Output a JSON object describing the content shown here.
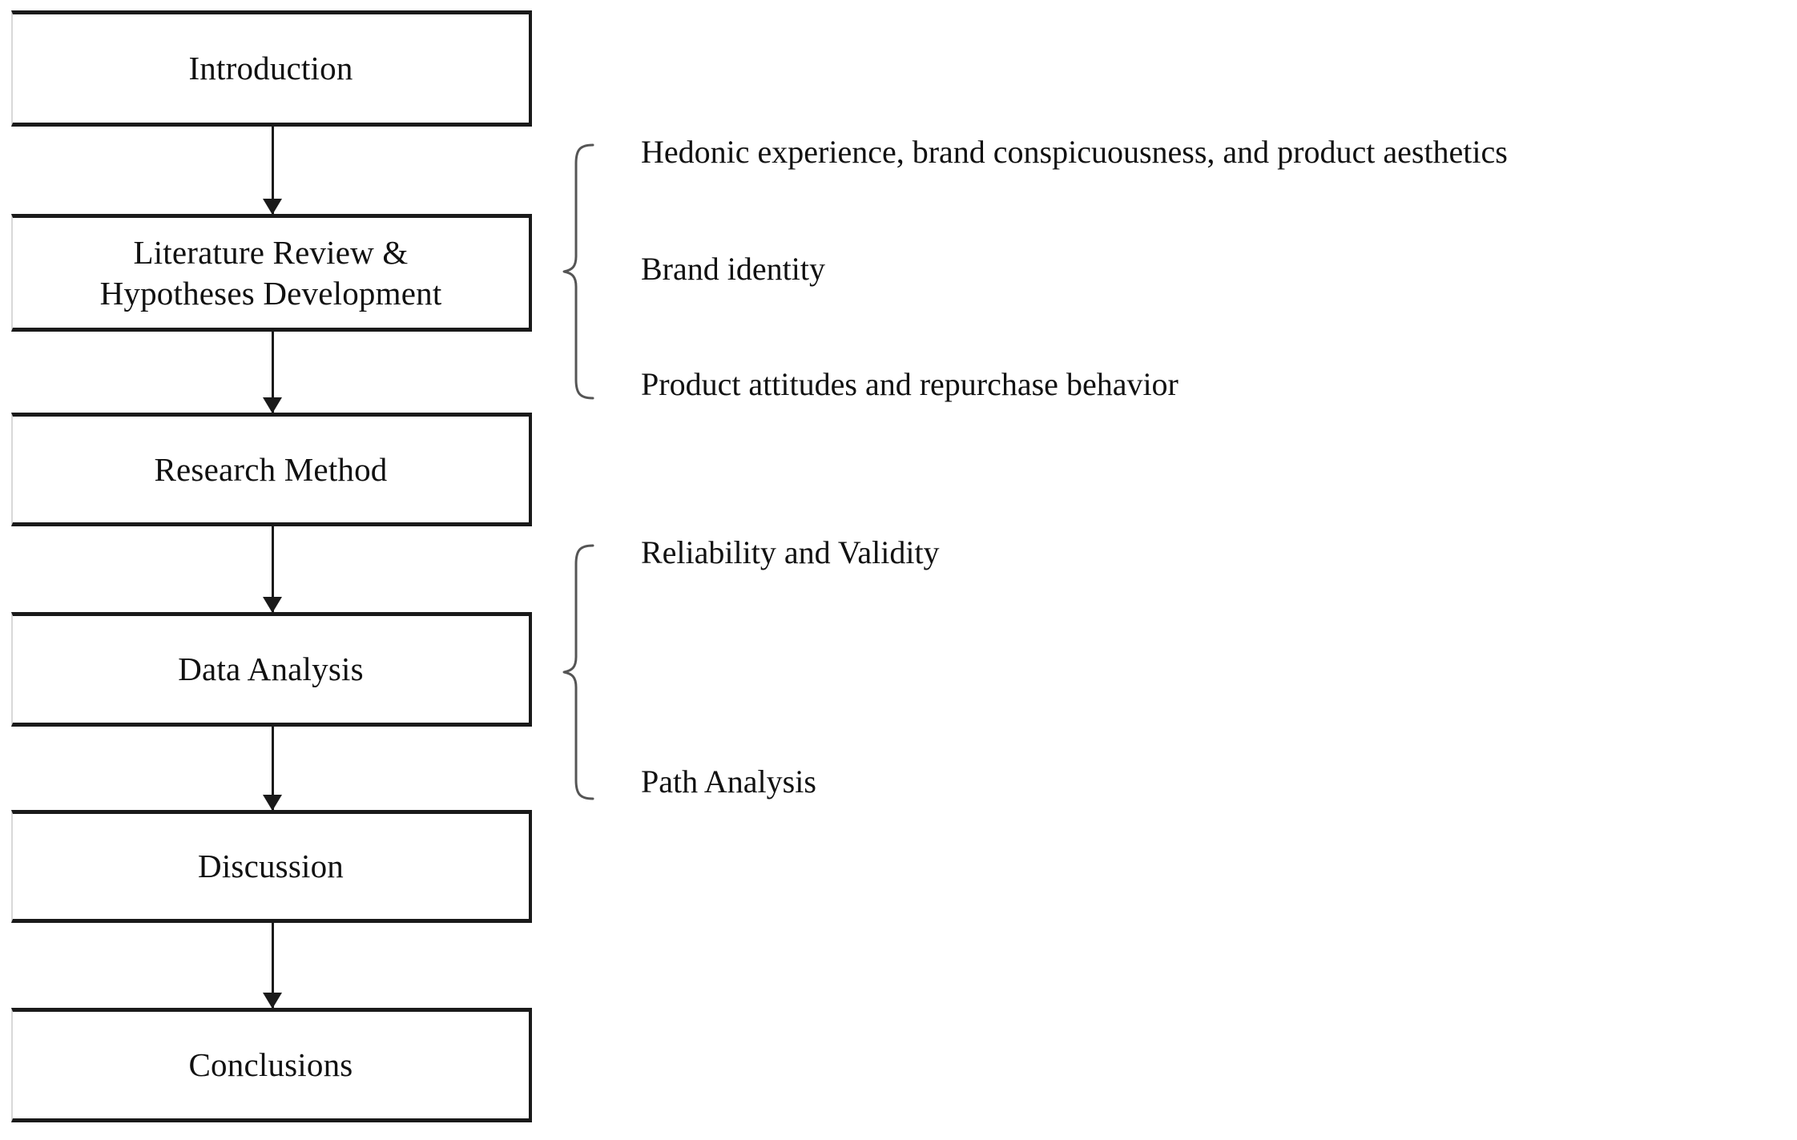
{
  "diagram": {
    "title": "Research paper structure flowchart",
    "colors": {
      "line": "#1a1a1a",
      "text": "#111111",
      "background": "#ffffff",
      "brace": "#555555"
    },
    "flow_steps": [
      {
        "id": "introduction",
        "label": "Introduction"
      },
      {
        "id": "literature-review",
        "label": "Literature Review &\nHypotheses Development",
        "line1": "Literature Review &",
        "line2": "Hypotheses Development"
      },
      {
        "id": "research-method",
        "label": "Research Method"
      },
      {
        "id": "data-analysis",
        "label": "Data Analysis"
      },
      {
        "id": "discussion",
        "label": "Discussion"
      },
      {
        "id": "conclusions",
        "label": "Conclusions"
      }
    ],
    "brace_groups": [
      {
        "id": "literature-group",
        "attached_to": "literature-review",
        "items": [
          "Hedonic experience, brand conspicuousness, and product aesthetics",
          "Brand identity",
          "Product attitudes and repurchase behavior"
        ]
      },
      {
        "id": "analysis-group",
        "attached_to": "data-analysis",
        "items": [
          "Reliability and Validity",
          "Path Analysis"
        ]
      }
    ],
    "connectors": [
      {
        "from": "introduction",
        "to": "literature-review",
        "type": "arrow-down"
      },
      {
        "from": "literature-review",
        "to": "research-method",
        "type": "arrow-down"
      },
      {
        "from": "research-method",
        "to": "data-analysis",
        "type": "arrow-down"
      },
      {
        "from": "data-analysis",
        "to": "discussion",
        "type": "arrow-down"
      },
      {
        "from": "discussion",
        "to": "conclusions",
        "type": "arrow-down"
      }
    ]
  }
}
